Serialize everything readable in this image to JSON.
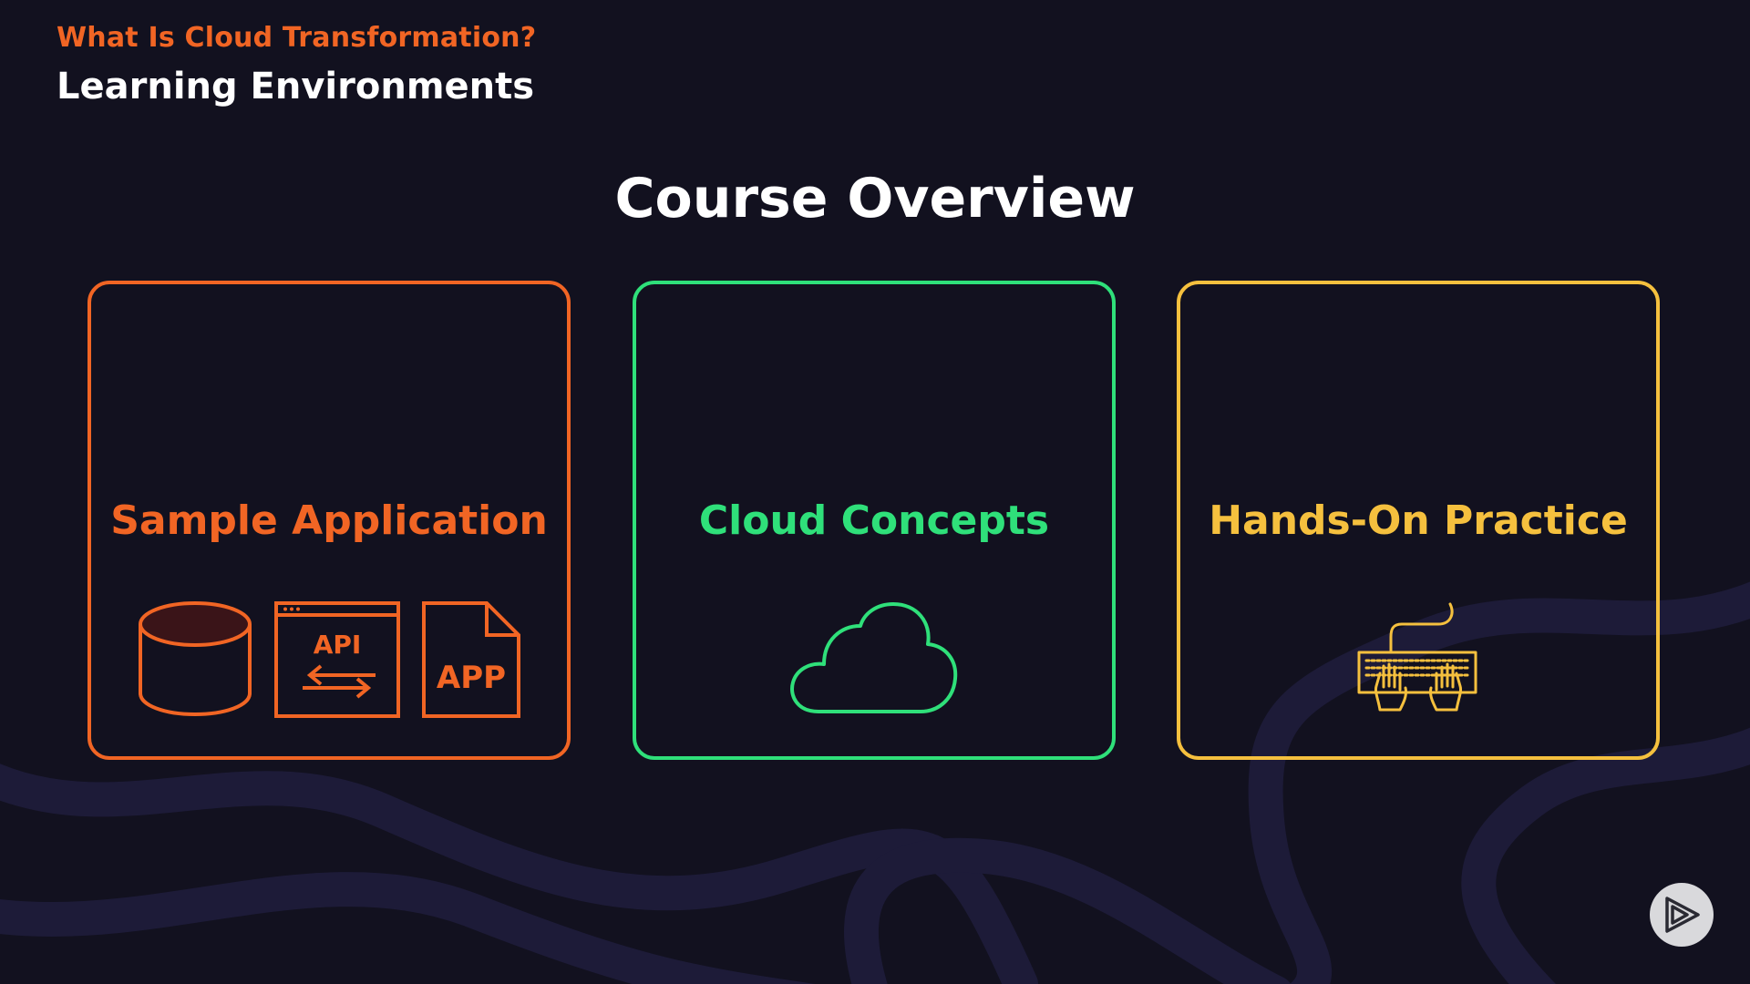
{
  "header": {
    "section_label": "What Is Cloud Transformation?",
    "topic_title": "Learning Environments"
  },
  "slide": {
    "title": "Course Overview"
  },
  "cards": [
    {
      "title": "Sample Application",
      "color": "#f16524",
      "icons": [
        "database-icon",
        "api-window-icon",
        "app-file-icon"
      ],
      "icon_labels": {
        "api": "API",
        "app": "APP"
      }
    },
    {
      "title": "Cloud Concepts",
      "color": "#2fe07a",
      "icons": [
        "cloud-icon"
      ]
    },
    {
      "title": "Hands-On Practice",
      "color": "#f5c03e",
      "icons": [
        "keyboard-hands-icon"
      ]
    }
  ],
  "colors": {
    "background": "#12111f",
    "accent_orange": "#f16524",
    "accent_green": "#2fe07a",
    "accent_yellow": "#f5c03e",
    "title": "#ffffff"
  },
  "player": {
    "icon": "play-logo-icon"
  }
}
